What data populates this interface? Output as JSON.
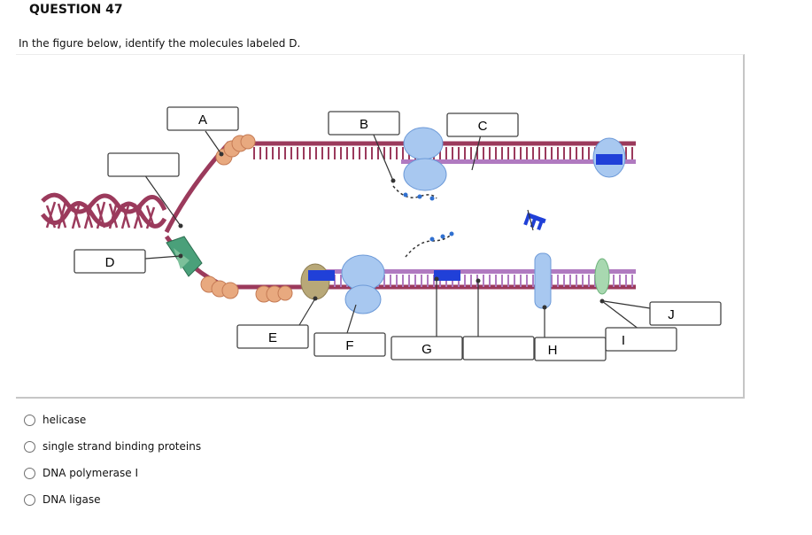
{
  "question": {
    "title": "QUESTION 47",
    "prompt": "In the figure below, identify the molecules labeled D."
  },
  "figure": {
    "labels": {
      "A": "A",
      "B": "B",
      "C": "C",
      "D": "D",
      "E": "E",
      "F": "F",
      "G": "G",
      "H": "H",
      "I": "I",
      "J": "J"
    },
    "blank_boxes": [
      "",
      "",
      ""
    ],
    "colors": {
      "dna_strand": "#9b3a5c",
      "new_strand": "#b07ac0",
      "ssb": "#e8a97f",
      "polymerase": "#a8c8f0",
      "primer": "#2040d8",
      "helicase": "#4aa07a",
      "ligase": "#a8d8b0",
      "primase": "#b8a878"
    },
    "icon_names": [
      "helicase-icon",
      "ssb-protein-icon",
      "polymerase-icon",
      "primer-icon",
      "ligase-icon",
      "primase-icon"
    ]
  },
  "options": [
    {
      "label": "helicase"
    },
    {
      "label": "single strand binding proteins"
    },
    {
      "label": "DNA polymerase I"
    },
    {
      "label": "DNA ligase"
    }
  ]
}
